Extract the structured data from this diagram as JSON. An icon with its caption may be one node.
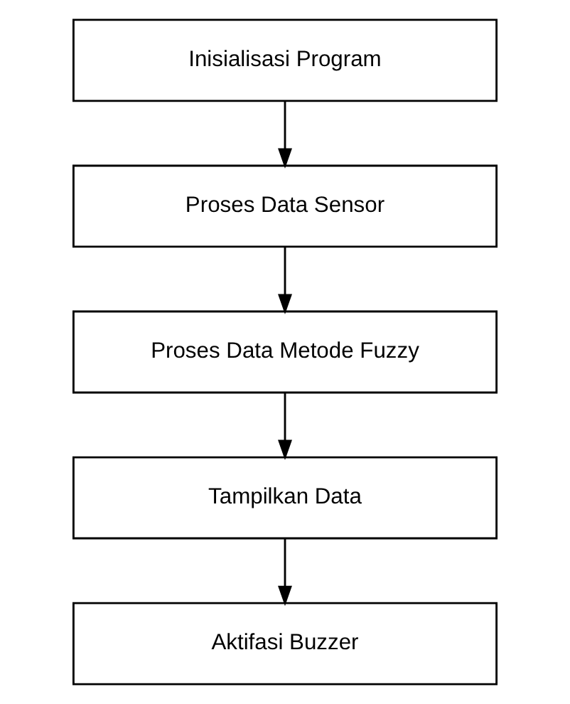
{
  "diagram": {
    "nodes": [
      {
        "text": [
          "Inisialisasi Program"
        ]
      },
      {
        "text": [
          "Proses Data Sensor"
        ]
      },
      {
        "text": [
          "Proses Data Metode Fuzzy"
        ]
      },
      {
        "text": [
          "Tampilkan Data"
        ]
      },
      {
        "text": [
          "Aktifasi Buzzer"
        ]
      }
    ],
    "edges": [
      {
        "from": 0,
        "to": 1,
        "arrow": "to"
      },
      {
        "from": 1,
        "to": 2,
        "arrow": "to"
      },
      {
        "from": 2,
        "to": 3,
        "arrow": "to"
      },
      {
        "from": 3,
        "to": 4,
        "arrow": "to"
      }
    ]
  }
}
